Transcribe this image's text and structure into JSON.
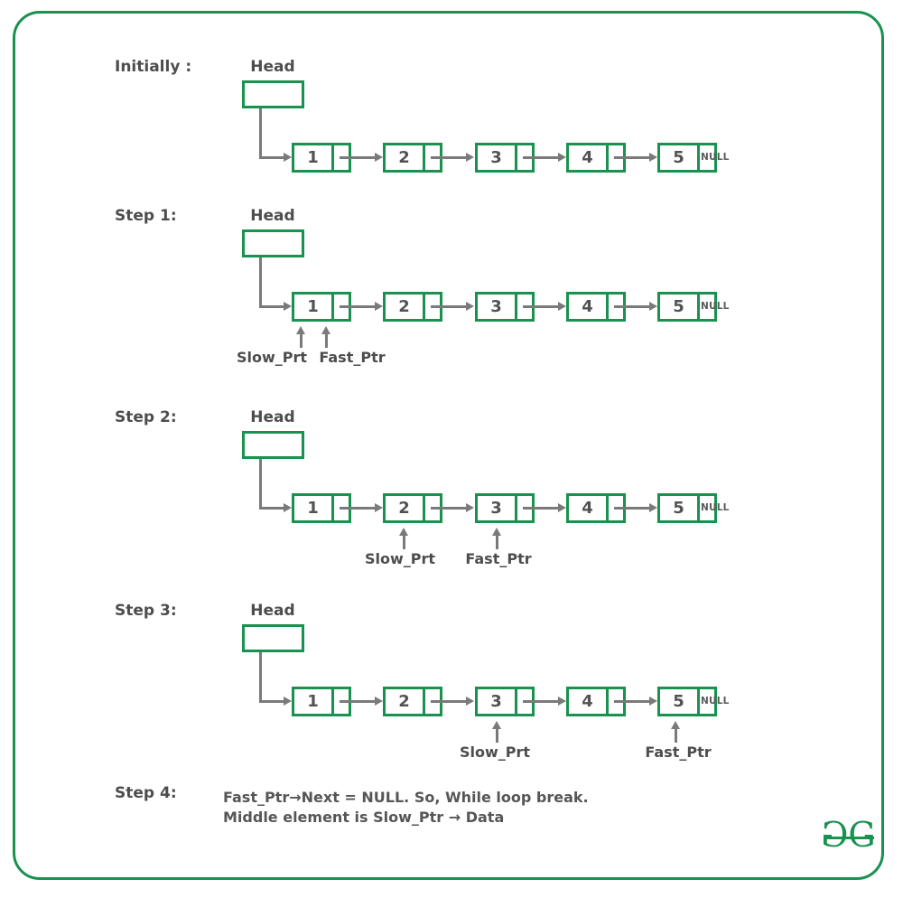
{
  "colors": {
    "green": "#19914f",
    "arrow": "#7a7a7a",
    "text": "#4d4d4d"
  },
  "sections": [
    {
      "label": "Initially :",
      "head": "Head",
      "nodes": [
        "1",
        "2",
        "3",
        "4",
        "5"
      ],
      "null_label": "NULL",
      "pointers": []
    },
    {
      "label": "Step 1:",
      "head": "Head",
      "nodes": [
        "1",
        "2",
        "3",
        "4",
        "5"
      ],
      "null_label": "NULL",
      "pointers": [
        {
          "label": "Slow_Prt",
          "node": 1
        },
        {
          "label": "Fast_Ptr",
          "node": 1
        }
      ]
    },
    {
      "label": "Step 2:",
      "head": "Head",
      "nodes": [
        "1",
        "2",
        "3",
        "4",
        "5"
      ],
      "null_label": "NULL",
      "pointers": [
        {
          "label": "Slow_Prt",
          "node": 2
        },
        {
          "label": "Fast_Ptr",
          "node": 3
        }
      ]
    },
    {
      "label": "Step 3:",
      "head": "Head",
      "nodes": [
        "1",
        "2",
        "3",
        "4",
        "5"
      ],
      "null_label": "NULL",
      "pointers": [
        {
          "label": "Slow_Prt",
          "node": 3
        },
        {
          "label": "Fast_Ptr",
          "node": 5
        }
      ]
    }
  ],
  "step4": {
    "label": "Step 4:",
    "lines": [
      "Fast_Ptr→Next = NULL. So, While loop break.",
      "Middle element is Slow_Ptr → Data"
    ]
  },
  "logo": {
    "left_letter": "G",
    "right_letter": "G"
  }
}
